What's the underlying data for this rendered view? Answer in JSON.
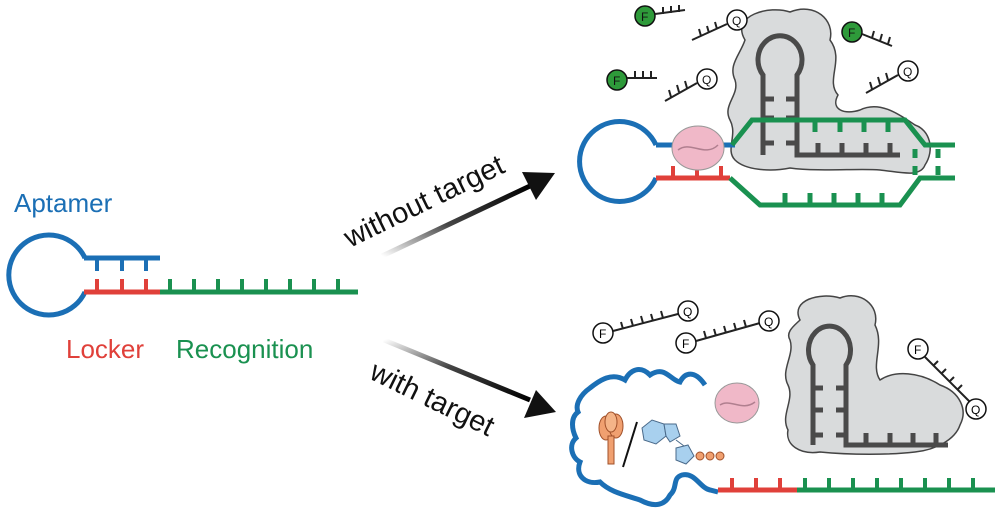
{
  "colors": {
    "aptamer": "#1b6fb5",
    "locker": "#e0403a",
    "recognition": "#1a9150",
    "dark_strand": "#4a4a4a",
    "cas_protein_fill": "#d9d9d9",
    "enzyme": "#f0b8c8",
    "fluor": "#2e9a3a",
    "arrow": "#111111",
    "target_orange": "#f0a070",
    "target_blue": "#a8d0ee"
  },
  "labels": {
    "aptamer": "Aptamer",
    "locker": "Locker",
    "recognition": "Recognition",
    "without_target": "without target",
    "with_target": "with target",
    "fluor_letter": "F",
    "quencher_letter": "Q"
  }
}
